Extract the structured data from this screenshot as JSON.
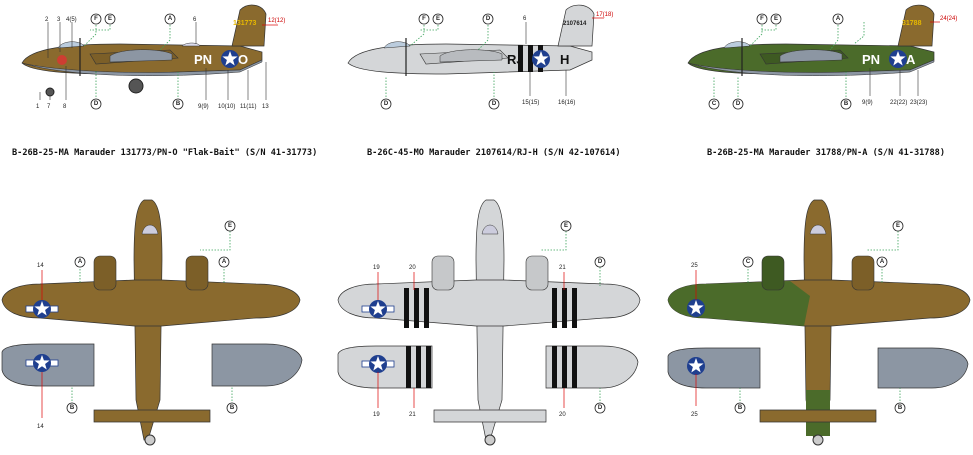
{
  "captions": {
    "left": "B-26B-25-MA Marauder 131773/PN-O \"Flak-Bait\" (S/N 41-31773)",
    "middle": "B-26C-45-MO Marauder 2107614/RJ-H (S/N 42-107614)",
    "right": "B-26B-25-MA Marauder 31788/PN-A (S/N 41-31788)"
  },
  "colors": {
    "olive_drab": "#8a6a2e",
    "dark_green": "#4b6b2a",
    "neutral_gray": "#8c96a3",
    "silver": "#d4d6d8",
    "callout_red": "#dd0000",
    "callout_green": "#3aa35a",
    "insignia_blue": "#1f3f8f"
  },
  "profiles": {
    "left": {
      "code_left": "PN",
      "code_right": "O",
      "tail_serial": "131773",
      "callouts": [
        "1",
        "2",
        "3",
        "4(5)",
        "6",
        "7",
        "8",
        "9(9)",
        "10(10)",
        "11(11)",
        "12(12)",
        "13"
      ],
      "badges": [
        "F",
        "E",
        "A",
        "D",
        "B"
      ]
    },
    "middle": {
      "code_left": "RJ",
      "code_right": "H",
      "tail_serial": "2107614",
      "callouts": [
        "6",
        "15(15)",
        "16(16)",
        "17(18)"
      ],
      "badges": [
        "F",
        "E",
        "D",
        "D",
        "D"
      ]
    },
    "right": {
      "code_left": "PN",
      "code_right": "A",
      "tail_serial": "31788",
      "callouts": [
        "9(9)",
        "22(22)",
        "23(23)",
        "24(24)"
      ],
      "badges": [
        "F",
        "E",
        "A",
        "C",
        "D",
        "B"
      ]
    }
  },
  "planforms": {
    "left": {
      "callouts": [
        "14",
        "14"
      ],
      "badges": [
        "E",
        "A",
        "A",
        "B",
        "B"
      ]
    },
    "middle": {
      "callouts": [
        "19",
        "20",
        "21",
        "19",
        "21",
        "20"
      ],
      "badges": [
        "E",
        "D",
        "D"
      ]
    },
    "right": {
      "callouts": [
        "25",
        "25"
      ],
      "badges": [
        "E",
        "C",
        "A",
        "B",
        "B"
      ]
    }
  }
}
